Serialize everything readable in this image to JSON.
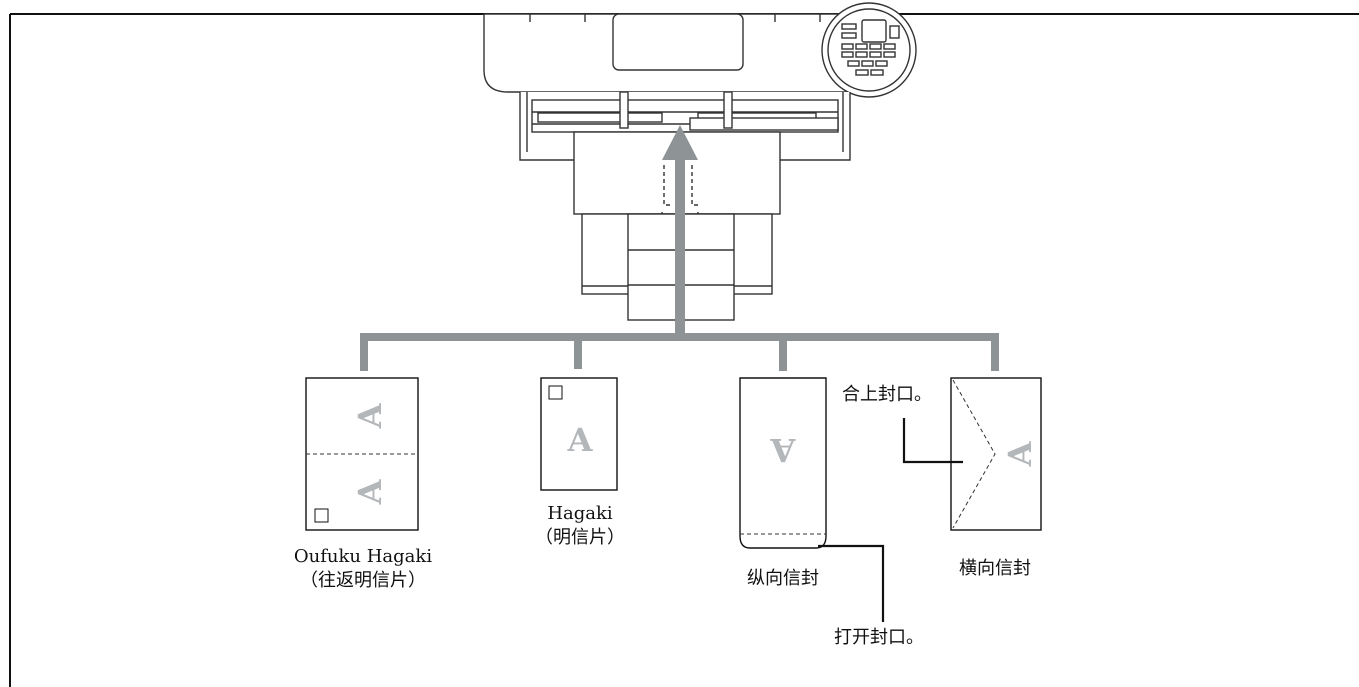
{
  "diagram": {
    "items": [
      {
        "id": "oufuku",
        "name": "Oufuku Hagaki",
        "name_cn": "（往返明信片）"
      },
      {
        "id": "hagaki",
        "name": "Hagaki",
        "name_cn": "（明信片）"
      },
      {
        "id": "portrait_envelope",
        "name": "纵向信封",
        "callout": "打开封口。"
      },
      {
        "id": "landscape_envelope",
        "name": "横向信封",
        "callout": "合上封口。"
      }
    ],
    "glyph": "A",
    "colors": {
      "arrow": "#8e9396",
      "glyph": "#b4b7ba",
      "line": "#222222"
    }
  }
}
